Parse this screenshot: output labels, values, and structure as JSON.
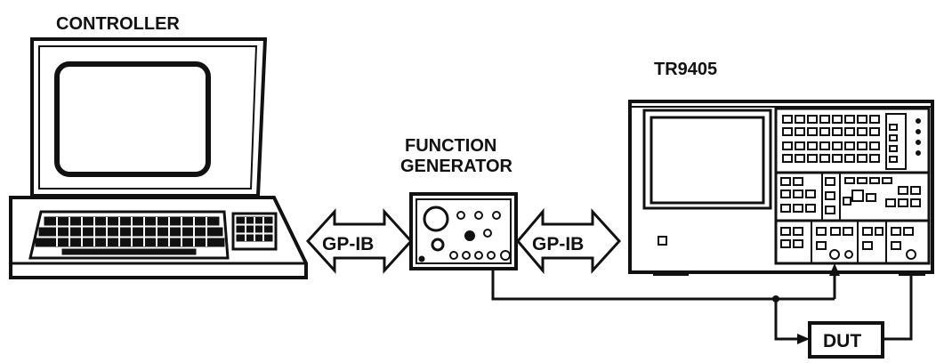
{
  "labels": {
    "controller": "CONTROLLER",
    "analyzer": "TR9405",
    "function_generator_line1": "FUNCTION",
    "function_generator_line2": "GENERATOR",
    "gpib_left": "GP-IB",
    "gpib_right": "GP-IB",
    "dut": "DUT"
  },
  "colors": {
    "ink": "#111111",
    "background": "#ffffff"
  }
}
